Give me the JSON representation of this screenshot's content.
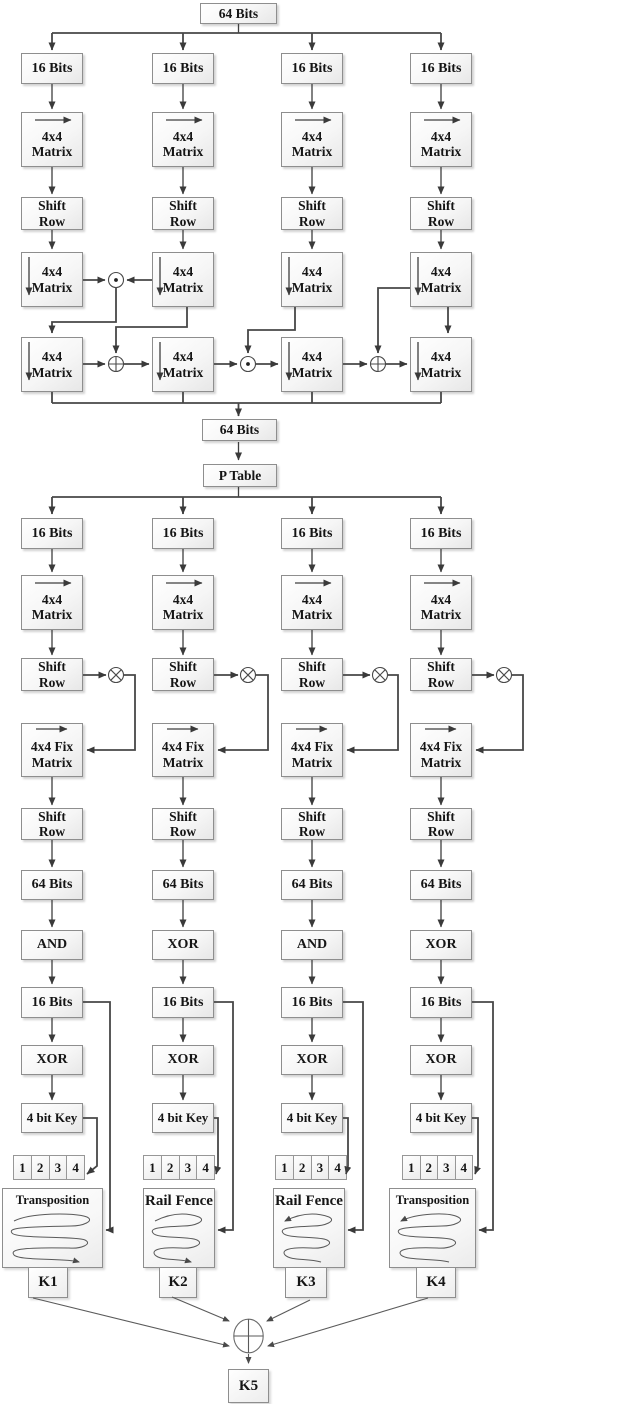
{
  "labels": {
    "bits64": "64 Bits",
    "bits16": "16 Bits",
    "matrix": [
      "4x4",
      "Matrix"
    ],
    "shift_row": [
      "Shift",
      "Row"
    ],
    "p_table": "P Table",
    "fix_matrix": [
      "4x4 Fix",
      "Matrix"
    ],
    "logic_ops": [
      "AND",
      "XOR",
      "AND",
      "XOR"
    ],
    "xor": "XOR",
    "key4": "4 bit Key",
    "digits": [
      "1",
      "2",
      "3",
      "4"
    ],
    "big_titles": [
      "Transposition",
      "Rail Fence",
      "Rail Fence",
      "Transposition"
    ],
    "k_labels": [
      "K1",
      "K2",
      "K3",
      "K4"
    ],
    "k5": "K5"
  },
  "operators": {
    "stage1_row1": "dot-multiply-circle",
    "stage1_row2": [
      "plus-circle",
      "dot-multiply-circle",
      "plus-circle"
    ],
    "stage2_after_shiftrow": [
      "cross-circle",
      "cross-circle",
      "cross-circle",
      "cross-circle"
    ],
    "final_combiner": "large-plus-circle"
  },
  "colors": {
    "background": "#ffffff",
    "line": "#3f3f3f",
    "box_border": "#8e8e8e",
    "box_fill_light": "#ffffff",
    "box_fill_dark": "#e8e8e8",
    "text": "#151515"
  }
}
